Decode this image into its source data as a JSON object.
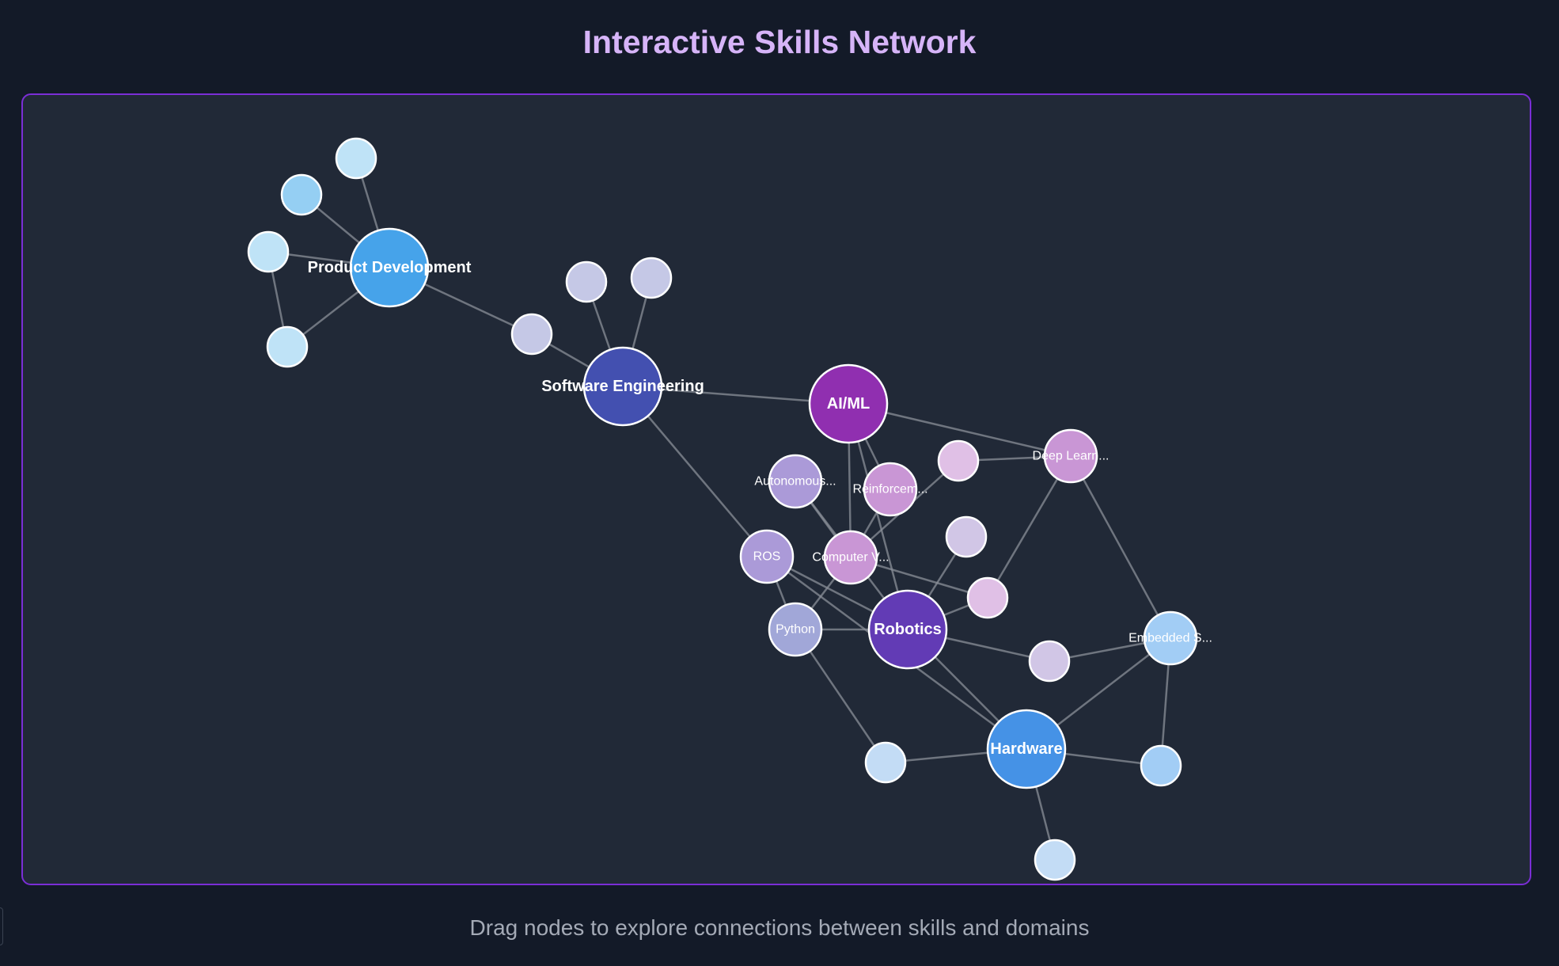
{
  "page": {
    "title": "Interactive Skills Network",
    "caption": "Drag nodes to explore connections between skills and domains"
  },
  "colors": {
    "background": "#131a28",
    "panel": "#212937",
    "panel_border": "#7b2ed6",
    "title": "#d6b4f8",
    "edge": "#8a8f98"
  },
  "network": {
    "nodes": [
      {
        "id": "pd",
        "label": "Product Development",
        "kind": "domain",
        "color": "#46a3ea"
      },
      {
        "id": "se",
        "label": "Software Engineering",
        "kind": "domain",
        "color": "#4350b0"
      },
      {
        "id": "aiml",
        "label": "AI/ML",
        "kind": "domain",
        "color": "#902fb0"
      },
      {
        "id": "rob",
        "label": "Robotics",
        "kind": "domain",
        "color": "#623bb5"
      },
      {
        "id": "hw",
        "label": "Hardware",
        "kind": "domain",
        "color": "#4592e6"
      },
      {
        "id": "dl",
        "label": "Deep Learn...",
        "kind": "skill",
        "color": "#c996d5"
      },
      {
        "id": "auto",
        "label": "Autonomous...",
        "kind": "skill",
        "color": "#ab9ad8"
      },
      {
        "id": "rl",
        "label": "Reinforcem...",
        "kind": "skill",
        "color": "#c996d5"
      },
      {
        "id": "cv",
        "label": "Computer V...",
        "kind": "skill",
        "color": "#c996d5"
      },
      {
        "id": "ros",
        "label": "ROS",
        "kind": "skill",
        "color": "#ab9ad8"
      },
      {
        "id": "py",
        "label": "Python",
        "kind": "skill",
        "color": "#a1a7d8"
      },
      {
        "id": "es",
        "label": "Embedded S...",
        "kind": "skill",
        "color": "#a2cdf5"
      },
      {
        "id": "pd1",
        "label": "",
        "kind": "skill",
        "color": "#bfe3f7"
      },
      {
        "id": "pd2",
        "label": "",
        "kind": "skill",
        "color": "#95cff3"
      },
      {
        "id": "pd3",
        "label": "",
        "kind": "skill",
        "color": "#bfe3f7"
      },
      {
        "id": "pd4",
        "label": "",
        "kind": "skill",
        "color": "#bfe3f7"
      },
      {
        "id": "se1",
        "label": "",
        "kind": "skill",
        "color": "#c5c8e6"
      },
      {
        "id": "se2",
        "label": "",
        "kind": "skill",
        "color": "#c5c8e6"
      },
      {
        "id": "se3",
        "label": "",
        "kind": "skill",
        "color": "#c5c8e6"
      },
      {
        "id": "ai1",
        "label": "",
        "kind": "skill",
        "color": "#e0c0e6"
      },
      {
        "id": "rb1",
        "label": "",
        "kind": "skill",
        "color": "#d1c6e6"
      },
      {
        "id": "ai2",
        "label": "",
        "kind": "skill",
        "color": "#e0c0e6"
      },
      {
        "id": "rb2",
        "label": "",
        "kind": "skill",
        "color": "#d1c6e6"
      },
      {
        "id": "hw1",
        "label": "",
        "kind": "skill",
        "color": "#c3dcf5"
      },
      {
        "id": "hw2",
        "label": "",
        "kind": "skill",
        "color": "#a2cdf5"
      },
      {
        "id": "hw3",
        "label": "",
        "kind": "skill",
        "color": "#c3dcf5"
      }
    ],
    "links": [
      [
        "pd",
        "pd1"
      ],
      [
        "pd",
        "pd2"
      ],
      [
        "pd",
        "pd3"
      ],
      [
        "pd",
        "pd4"
      ],
      [
        "pd3",
        "pd4"
      ],
      [
        "pd",
        "se3"
      ],
      [
        "se",
        "se1"
      ],
      [
        "se",
        "se2"
      ],
      [
        "se",
        "se3"
      ],
      [
        "se",
        "aiml"
      ],
      [
        "se",
        "ros"
      ],
      [
        "aiml",
        "dl"
      ],
      [
        "aiml",
        "cv"
      ],
      [
        "aiml",
        "rl"
      ],
      [
        "aiml",
        "rob"
      ],
      [
        "dl",
        "ai1"
      ],
      [
        "dl",
        "es"
      ],
      [
        "dl",
        "ai2"
      ],
      [
        "rl",
        "cv"
      ],
      [
        "ai1",
        "cv"
      ],
      [
        "auto",
        "cv"
      ],
      [
        "auto",
        "rob"
      ],
      [
        "cv",
        "py"
      ],
      [
        "cv",
        "ai2"
      ],
      [
        "ros",
        "py"
      ],
      [
        "ros",
        "rob"
      ],
      [
        "ros",
        "hw"
      ],
      [
        "py",
        "rob"
      ],
      [
        "py",
        "hw1"
      ],
      [
        "rob",
        "rb1"
      ],
      [
        "rob",
        "ai2"
      ],
      [
        "rob",
        "rb2"
      ],
      [
        "rob",
        "hw"
      ],
      [
        "rb2",
        "es"
      ],
      [
        "hw",
        "es"
      ],
      [
        "hw",
        "hw1"
      ],
      [
        "hw",
        "hw2"
      ],
      [
        "hw",
        "hw3"
      ],
      [
        "es",
        "hw2"
      ]
    ]
  }
}
